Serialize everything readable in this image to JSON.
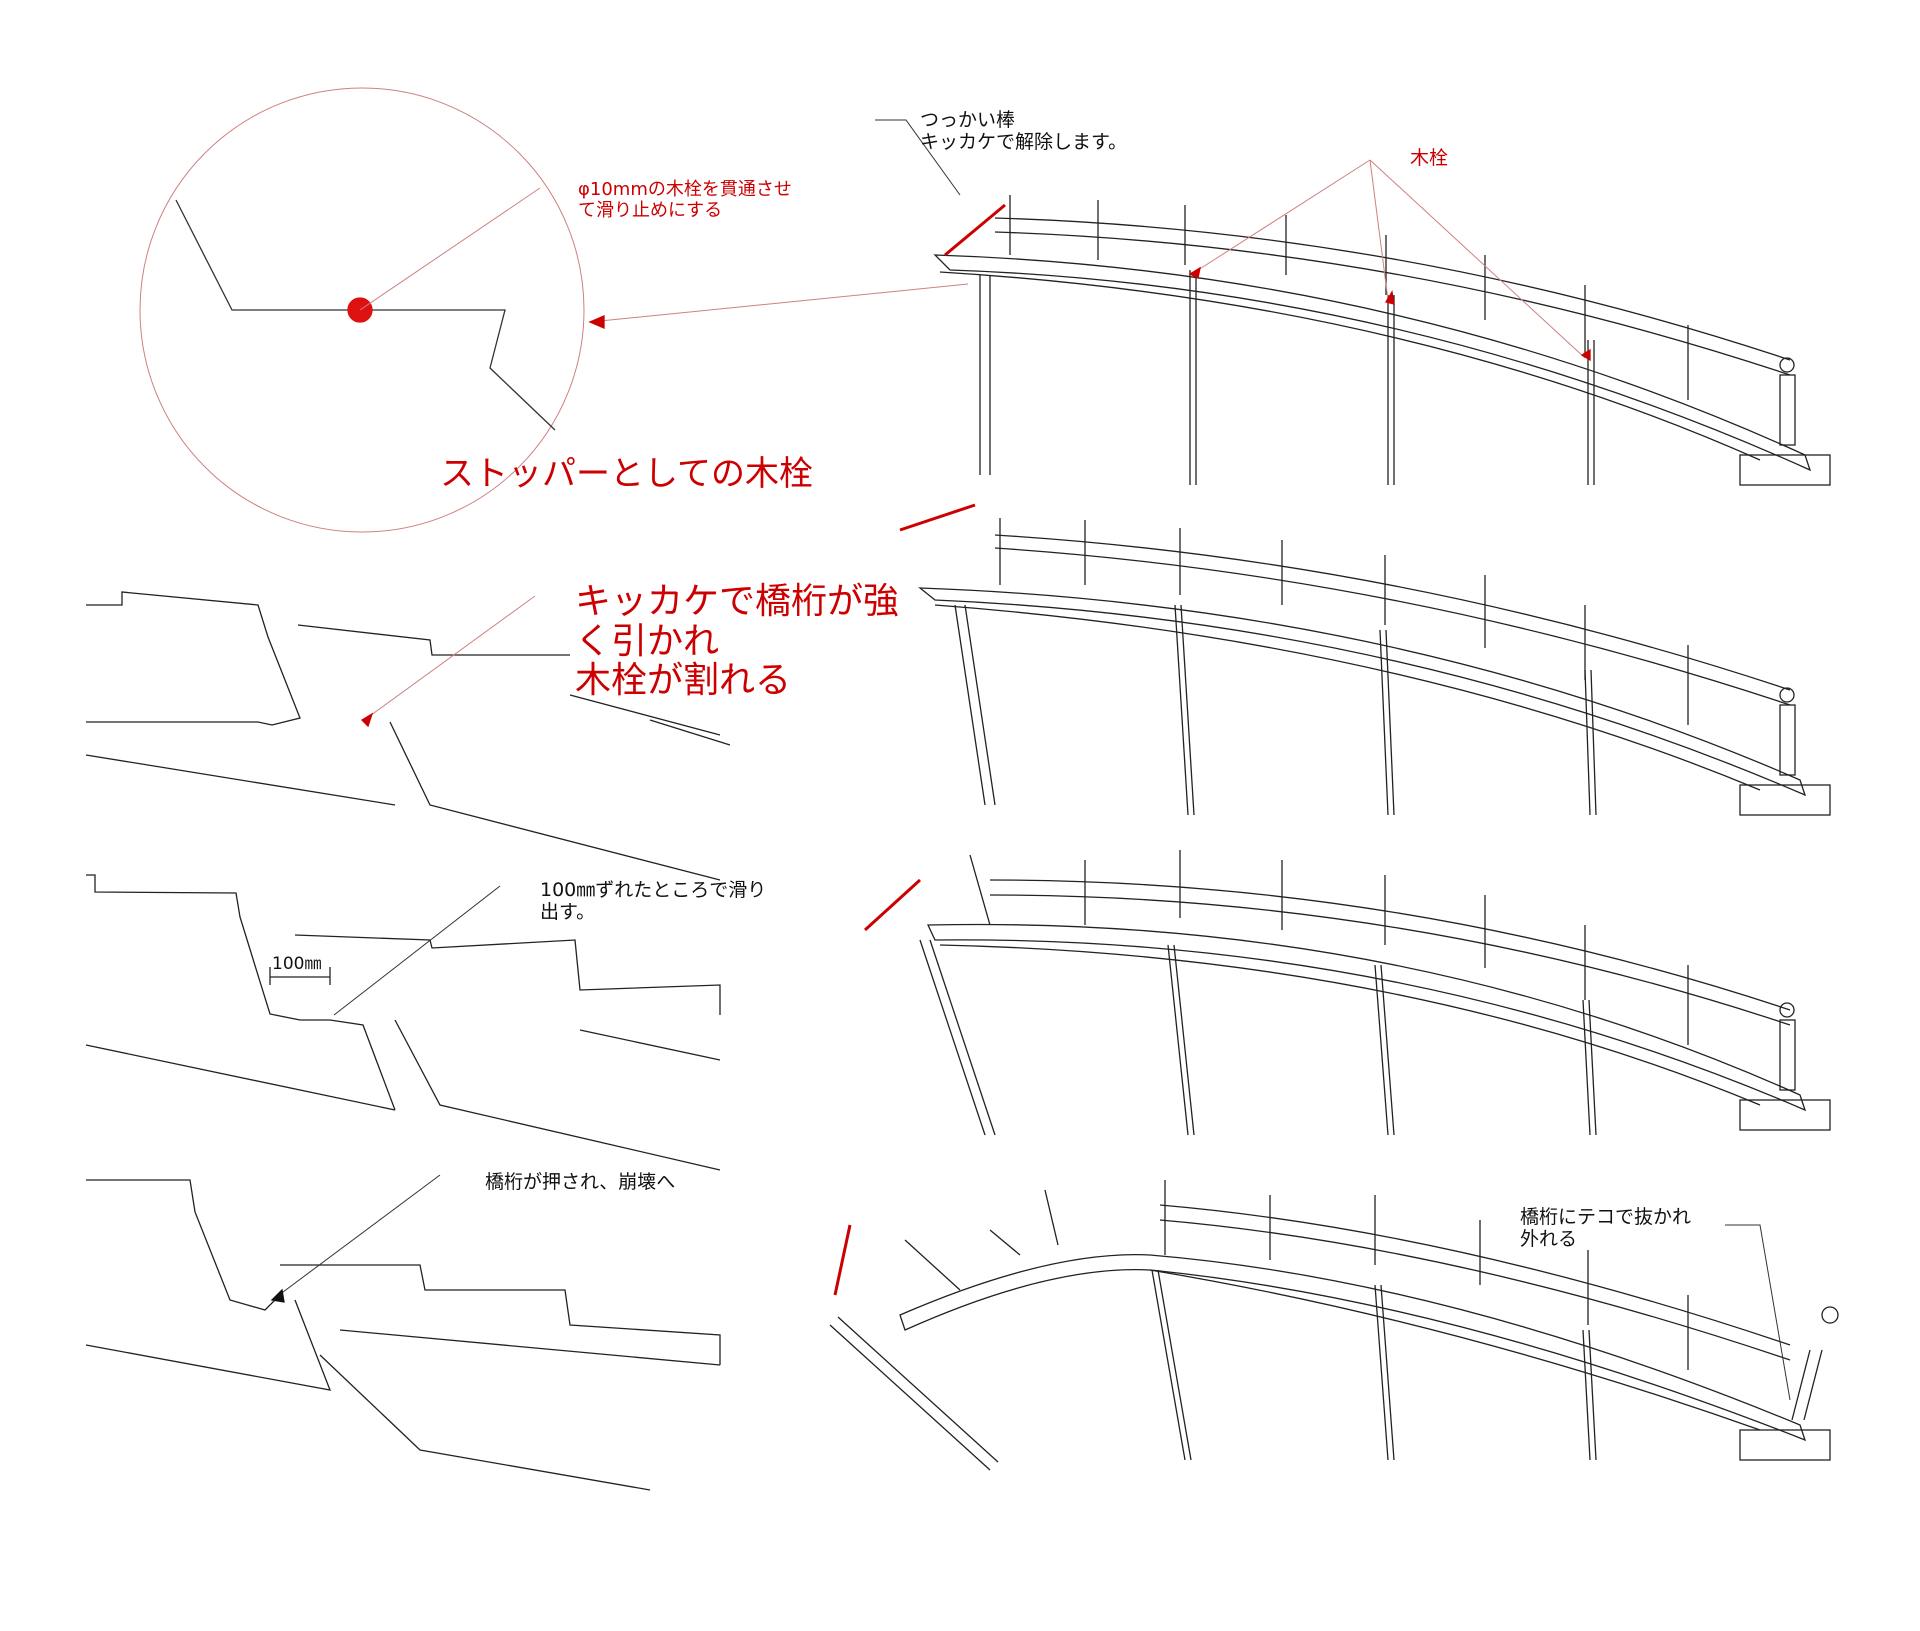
{
  "labels": {
    "bar_line1": "つっかい棒",
    "bar_line2": "キッカケで解除します。",
    "dowel": "木栓",
    "spec_line1": "φ10mmの木栓を貫通させ",
    "spec_line2": "て滑り止めにする",
    "stopper": "ストッパーとしての木栓",
    "break_line1": "キッカケで橋桁が強",
    "break_line2": "く引かれ",
    "break_line3": "木栓が割れる",
    "slide_line1": "100㎜ずれたところで滑り",
    "slide_line2": "出す。",
    "dimension": "100㎜",
    "collapse": "橋桁が押され、崩壊へ",
    "tenon_line1": "橋桁にテコで抜かれ",
    "tenon_line2": "外れる"
  },
  "colors": {
    "ink": "#111111",
    "accent": "#cc0000",
    "leader": "#d08080"
  }
}
